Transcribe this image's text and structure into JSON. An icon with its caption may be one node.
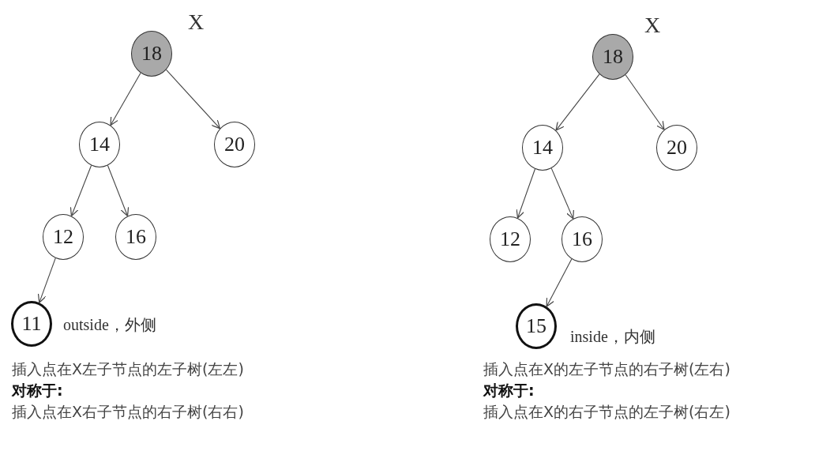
{
  "diagram": {
    "nodes": [
      {
        "text": [
          "18"
        ],
        "beside": [
          "X"
        ]
      },
      {
        "text": [
          "14"
        ]
      },
      {
        "text": [
          "20"
        ]
      },
      {
        "text": [
          "12"
        ]
      },
      {
        "text": [
          "16"
        ]
      },
      {
        "text": [
          "11"
        ],
        "beside": [
          "outside，外侧"
        ]
      },
      {
        "text": [
          "18"
        ],
        "beside": [
          "X"
        ]
      },
      {
        "text": [
          "14"
        ]
      },
      {
        "text": [
          "20"
        ]
      },
      {
        "text": [
          "12"
        ]
      },
      {
        "text": [
          "16"
        ]
      },
      {
        "text": [
          "15"
        ],
        "beside": [
          "inside，内侧"
        ]
      }
    ],
    "edges": [
      {
        "from": 0,
        "to": 1,
        "arrow": "to"
      },
      {
        "from": 0,
        "to": 2,
        "arrow": "to"
      },
      {
        "from": 1,
        "to": 3,
        "arrow": "to"
      },
      {
        "from": 1,
        "to": 4,
        "arrow": "to"
      },
      {
        "from": 3,
        "to": 5,
        "arrow": "to"
      },
      {
        "from": 6,
        "to": 7,
        "arrow": "to"
      },
      {
        "from": 6,
        "to": 8,
        "arrow": "to"
      },
      {
        "from": 7,
        "to": 9,
        "arrow": "to"
      },
      {
        "from": 7,
        "to": 10,
        "arrow": "to"
      },
      {
        "from": 10,
        "to": 11,
        "arrow": "to"
      }
    ],
    "labels": [
      "插入点在X左子节点的左子树(左左)",
      "对称于:",
      "插入点在X右子节点的右子树(右右)",
      "插入点在X的左子节点的右子树(左右)",
      "对称于:",
      "插入点在X的右子节点的左子树(右左)"
    ]
  }
}
